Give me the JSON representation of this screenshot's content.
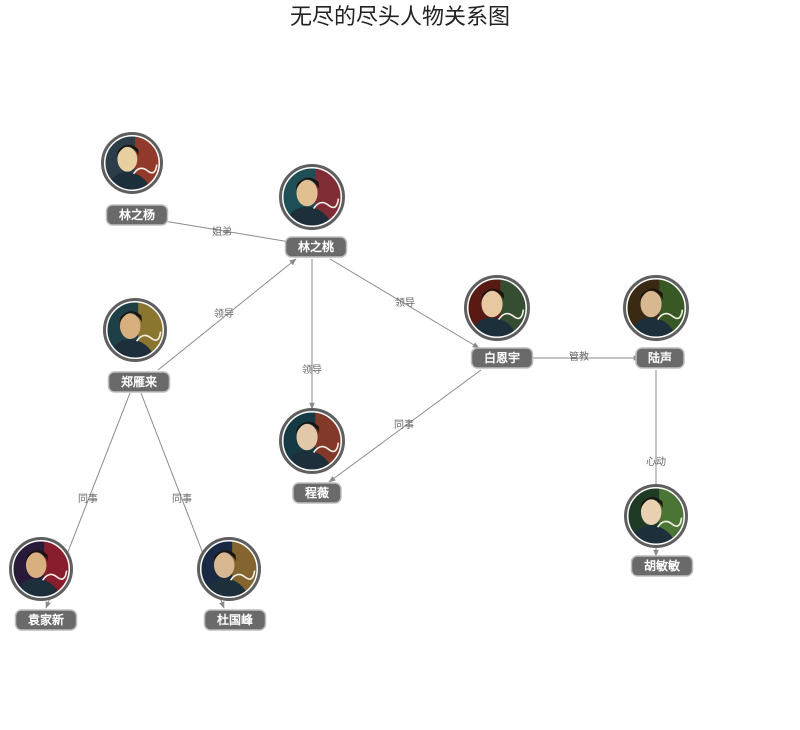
{
  "title": "无尽的尽头人物关系图",
  "colors": {
    "edge": "#8a8a8a",
    "label_bg": "#6a6a6a",
    "ring_outer": "#5f5f5f",
    "ring_inner": "#ffffff",
    "label_text": "#ffffff"
  },
  "nodes": [
    {
      "id": "linzhiyang",
      "label": "林之杨",
      "palette": [
        "#2a3d48",
        "#b43a22",
        "#e8cfa0"
      ]
    },
    {
      "id": "linzhitao",
      "label": "林之桃",
      "palette": [
        "#1e4f57",
        "#a2202a",
        "#e0c090"
      ]
    },
    {
      "id": "zhengyanlai",
      "label": "郑雁来",
      "palette": [
        "#1f3f46",
        "#b08a2a",
        "#d8b080"
      ]
    },
    {
      "id": "baienyu",
      "label": "白恩宇",
      "palette": [
        "#5a1a14",
        "#2a5f3a",
        "#e8c8a0"
      ]
    },
    {
      "id": "lusheng",
      "label": "陆声",
      "palette": [
        "#3a2a14",
        "#386a2a",
        "#d8b890"
      ]
    },
    {
      "id": "chengwei",
      "label": "程薇",
      "palette": [
        "#153a44",
        "#a83a22",
        "#e0c8a8"
      ]
    },
    {
      "id": "humin",
      "label": "胡敏敏",
      "palette": [
        "#1f3a25",
        "#5a8a3a",
        "#e8d0b0"
      ]
    },
    {
      "id": "yuanjiaxin",
      "label": "袁家新",
      "palette": [
        "#2a1a3a",
        "#a8202a",
        "#d8b080"
      ]
    },
    {
      "id": "duguofeng",
      "label": "杜国峰",
      "palette": [
        "#1a2a44",
        "#a87a2a",
        "#d8b890"
      ]
    }
  ],
  "edges": [
    {
      "from": "linzhiyang",
      "to": "linzhitao",
      "label": "姐弟"
    },
    {
      "from": "zhengyanlai",
      "to": "linzhitao",
      "label": "领导"
    },
    {
      "from": "linzhitao",
      "to": "baienyu",
      "label": "领导"
    },
    {
      "from": "linzhitao",
      "to": "chengwei",
      "label": "领导"
    },
    {
      "from": "baienyu",
      "to": "lusheng",
      "label": "管教"
    },
    {
      "from": "baienyu",
      "to": "chengwei",
      "label": "同事"
    },
    {
      "from": "lusheng",
      "to": "humin",
      "label": "心动"
    },
    {
      "from": "zhengyanlai",
      "to": "yuanjiaxin",
      "label": "同事"
    },
    {
      "from": "zhengyanlai",
      "to": "duguofeng",
      "label": "同事"
    }
  ]
}
